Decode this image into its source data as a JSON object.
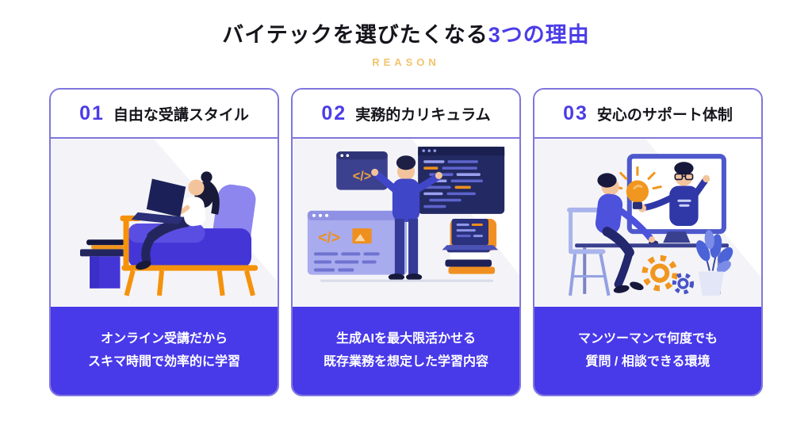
{
  "header": {
    "title_main": "バイテックを選びたくなる",
    "title_accent": "3つの理由",
    "subtitle": "REASON"
  },
  "colors": {
    "accent_blue": "#4839e9",
    "accent_text": "#4b3ce8",
    "card_border": "#7f77dd",
    "reason_gold": "#f2c36b"
  },
  "illustration_glyphs": {
    "code": "</>",
    "braces": "{...}"
  },
  "cards": [
    {
      "number": "01",
      "title": "自由な受講スタイル",
      "illustration": "woman-relaxing-on-sofa-with-laptop",
      "description": {
        "line1": "オンライン受講だから",
        "line2": "スキマ時間で効率的に学習"
      }
    },
    {
      "number": "02",
      "title": "実務的カリキュラム",
      "illustration": "developer-with-code-windows",
      "description": {
        "line1": "生成AIを最大限活かせる",
        "line2": "既存業務を想定した学習内容"
      }
    },
    {
      "number": "03",
      "title": "安心のサポート体制",
      "illustration": "online-mentor-support-desk",
      "description": {
        "line1": "マンツーマンで何度でも",
        "line2": "質問 / 相談できる環境"
      }
    }
  ]
}
